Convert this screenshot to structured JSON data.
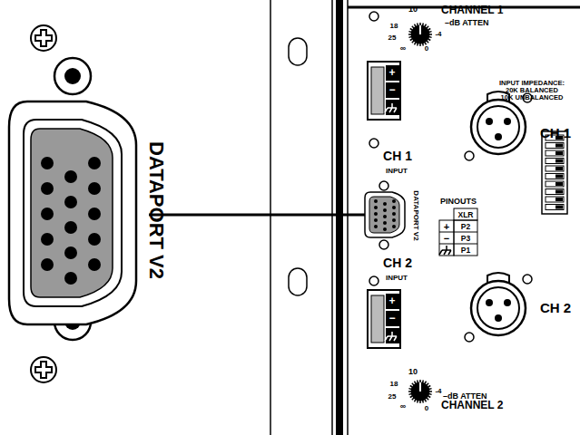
{
  "diagram": {
    "labels": [
      "DATAPORT V2",
      "10",
      "CHANNEL 1",
      "18",
      "-4",
      "–dB ATTEN",
      "25",
      "∞",
      "0",
      "+",
      "−",
      "INPUT IMPEDANCE:",
      "20K BALANCED",
      "10K UNBALANCED",
      "CH 1",
      "CH 1",
      "INPUT",
      "DATAPORT V2",
      "PINOUTS",
      "XLR",
      "+",
      "P2",
      "−",
      "P3",
      "P1",
      "CH 2",
      "INPUT",
      "CH 2",
      "+",
      "−",
      "10",
      "18",
      "-4",
      "25",
      "∞",
      "0",
      "–dB ATTEN",
      "CHANNEL 2"
    ]
  }
}
